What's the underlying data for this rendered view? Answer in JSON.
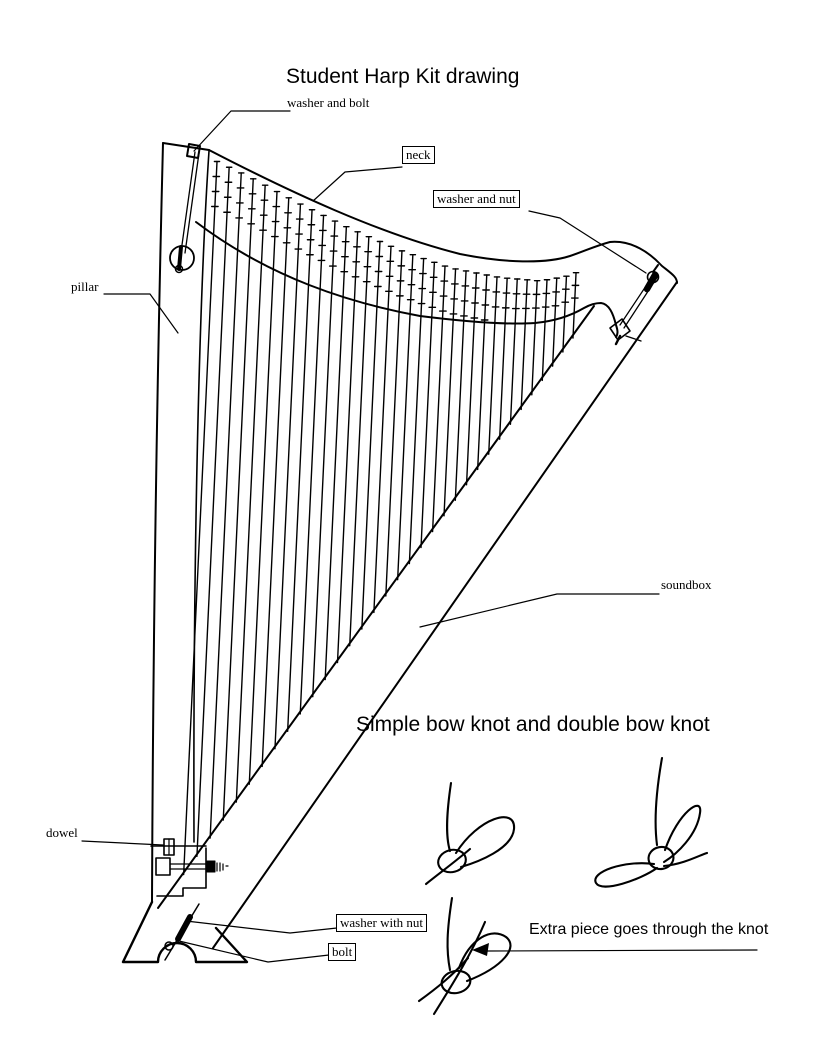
{
  "title": "Student Harp Kit drawing",
  "section": {
    "heading": "Simple bow knot and double bow knot",
    "annotation": "Extra piece goes through the knot"
  },
  "harp": {
    "strings_count": 34,
    "labels": {
      "washer_and_bolt": {
        "text": "washer and bolt",
        "boxed": false
      },
      "neck": {
        "text": "neck",
        "boxed": true
      },
      "washer_and_nut": {
        "text": "washer and nut",
        "boxed": true
      },
      "pillar": {
        "text": "pillar",
        "boxed": false
      },
      "soundbox": {
        "text": "soundbox",
        "boxed": false
      },
      "dowel": {
        "text": "dowel",
        "boxed": false
      },
      "washer_with_nut": {
        "text": "washer with nut",
        "boxed": true
      },
      "bolt": {
        "text": "bolt",
        "boxed": true
      }
    }
  },
  "figures": {
    "simple_bow_knot": "simple-bow-knot",
    "double_bow_knot": "double-bow-knot",
    "knot_with_extra_piece": "knot-with-extra-piece"
  },
  "colors": {
    "ink": "#000000",
    "background": "#ffffff"
  }
}
